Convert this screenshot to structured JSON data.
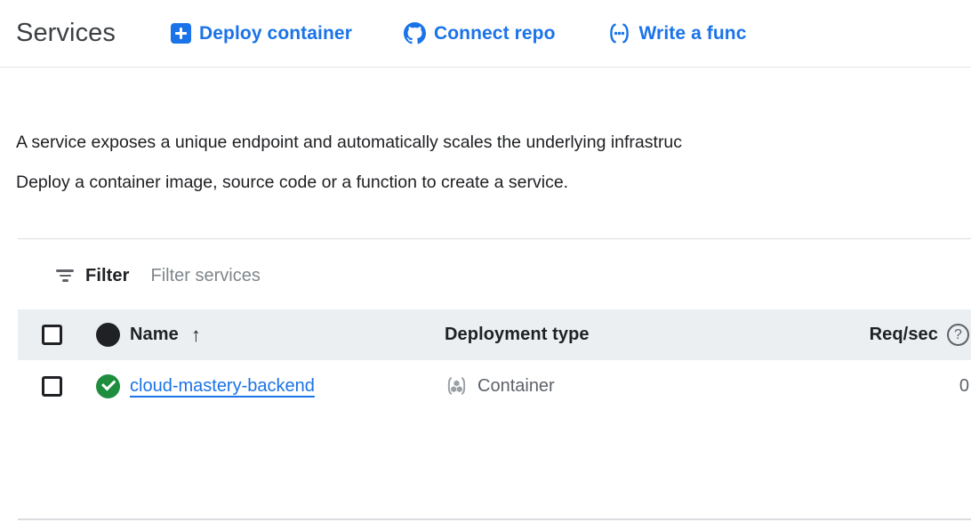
{
  "header": {
    "title": "Services",
    "actions": [
      {
        "label": "Deploy container",
        "icon": "plus-box-icon"
      },
      {
        "label": "Connect repo",
        "icon": "github-icon"
      },
      {
        "label": "Write a func",
        "icon": "function-brackets-icon"
      }
    ]
  },
  "description": {
    "line1": "A service exposes a unique endpoint and automatically scales the underlying infrastruc",
    "line2": "Deploy a container image, source code or a function to create a service."
  },
  "filter": {
    "label": "Filter",
    "placeholder": "Filter services",
    "value": ""
  },
  "table": {
    "columns": {
      "name": "Name",
      "deployment_type": "Deployment type",
      "req_sec": "Req/sec"
    },
    "sort": {
      "column": "Name",
      "direction": "ascending",
      "arrow": "↑"
    },
    "help_glyph": "?",
    "rows": [
      {
        "checked": false,
        "status": "ok",
        "name": "cloud-mastery-backend",
        "deployment_type": "Container",
        "deployment_icon": "container-icon",
        "req_sec": "0"
      }
    ]
  },
  "colors": {
    "accent_blue": "#1a73e8",
    "status_green": "#1e8e3e",
    "header_row_bg": "#eceff1",
    "text_primary": "#202124",
    "text_secondary": "#5f6368",
    "divider": "#dadce0"
  }
}
